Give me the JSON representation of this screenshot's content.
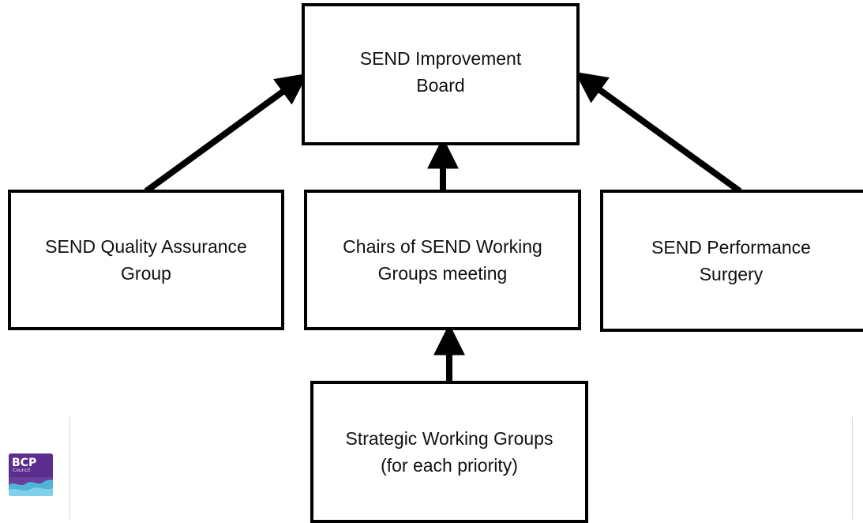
{
  "nodes": {
    "board": {
      "lines": [
        "SEND Improvement",
        "Board"
      ]
    },
    "qa": {
      "lines": [
        "SEND Quality Assurance",
        "Group"
      ]
    },
    "chairs": {
      "lines": [
        "Chairs of SEND Working",
        "Groups meeting"
      ]
    },
    "perf": {
      "lines": [
        "SEND Performance",
        "Surgery"
      ]
    },
    "swg": {
      "lines": [
        "Strategic Working Groups",
        "(for each priority)"
      ]
    }
  },
  "edges": [
    {
      "from": "qa",
      "to": "board"
    },
    {
      "from": "chairs",
      "to": "board"
    },
    {
      "from": "perf",
      "to": "board"
    },
    {
      "from": "swg",
      "to": "chairs"
    }
  ],
  "logo": {
    "title": "BCP",
    "subtitle": "Council"
  },
  "colors": {
    "line": "#000000",
    "logo_bg": "#5b2d8c",
    "logo_wave": "#4fb4d8"
  }
}
